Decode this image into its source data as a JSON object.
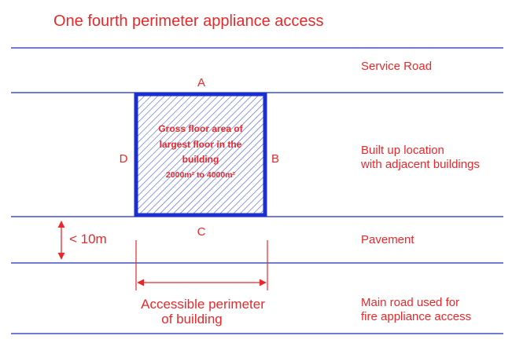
{
  "title": "One fourth perimeter appliance access",
  "labels": {
    "side_a": "A",
    "side_b": "B",
    "side_c": "C",
    "side_d": "D",
    "distance": "< 10m",
    "accessible_line1": "Accessible perimeter",
    "accessible_line2": "of building"
  },
  "building_text": {
    "line1": "Gross floor area of",
    "line2": "largest floor in the",
    "line3": "building",
    "line4": "2000m² to 4000m²"
  },
  "zones": {
    "service_road": "Service Road",
    "built_up_line1": "Built up location",
    "built_up_line2": "with adjacent buildings",
    "pavement": "Pavement",
    "main_road_line1": "Main road used for",
    "main_road_line2": "fire appliance access"
  },
  "colors": {
    "text": "#e8282b",
    "lines": "#1a2fb8",
    "building_border": "#1a2fd0",
    "hatch": "#4a5ad0"
  }
}
